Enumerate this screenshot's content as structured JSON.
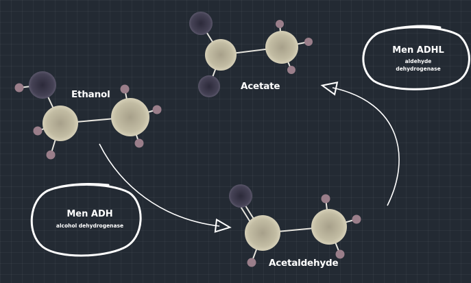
{
  "molecules": {
    "ethanol": "Ethanol",
    "acetaldehyde": "Acetaldehyde",
    "acetate": "Acetate"
  },
  "enzymes": {
    "adh": {
      "name": "Men ADH",
      "full": "alcohol dehydrogenase"
    },
    "adhl": {
      "name": "Men ADHL",
      "full_line1": "aldehyde",
      "full_line2": "dehydrogenase"
    }
  },
  "colors": {
    "background": "#232a33",
    "carbon": "#c9c3a8",
    "oxygen": "#4a4658",
    "hydrogen": "#9a7e8a",
    "line": "#ffffff"
  }
}
